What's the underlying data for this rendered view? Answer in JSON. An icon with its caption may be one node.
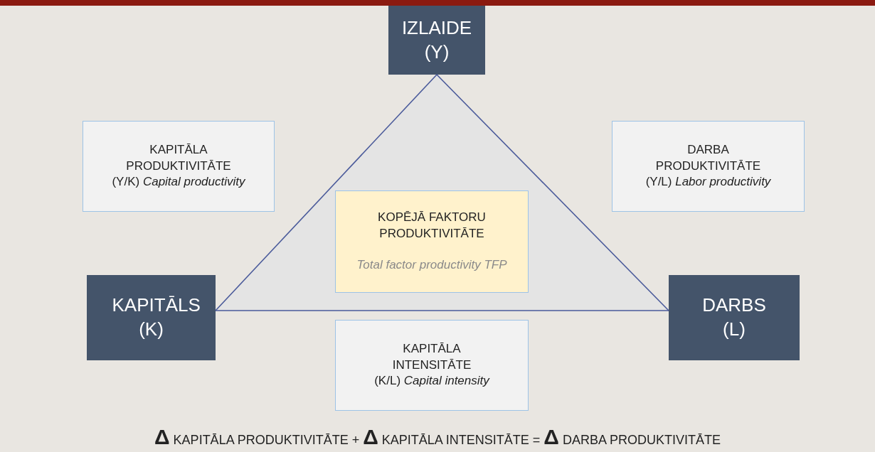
{
  "diagram": {
    "nodes": [
      {
        "text": [
          "IZLAIDE (Y)"
        ]
      },
      {
        "text": [
          "KAPITĀLA PRODUKTIVITĀTE",
          "(Y/K) *Capital productivity*"
        ]
      },
      {
        "text": [
          "DARBA PRODUKTIVITĀTE",
          "(Y/L) *Labor productivity*"
        ]
      },
      {
        "text": [
          "KOPĒJĀ FAKTORU PRODUKTIVITĀTE",
          "Total factor productivity TFP"
        ]
      },
      {
        "text": [
          "KAPITĀLS (K)"
        ]
      },
      {
        "text": [
          "DARBS (L)"
        ]
      },
      {
        "text": [
          "KAPITĀLA INTENSITĀTE",
          "(K/L) *Capital intensity*"
        ]
      }
    ],
    "edges": [
      {
        "from": 0,
        "to": 4,
        "arrow": "none"
      },
      {
        "from": 0,
        "to": 5,
        "arrow": "none"
      },
      {
        "from": 4,
        "to": 5,
        "arrow": "none"
      }
    ],
    "labels": [
      "**Δ** KAPITĀLA PRODUKTIVITĀTE + **Δ** KAPITĀLA INTENSITĀTE = **Δ** DARBA PRODUKTIVITĀTE"
    ]
  }
}
